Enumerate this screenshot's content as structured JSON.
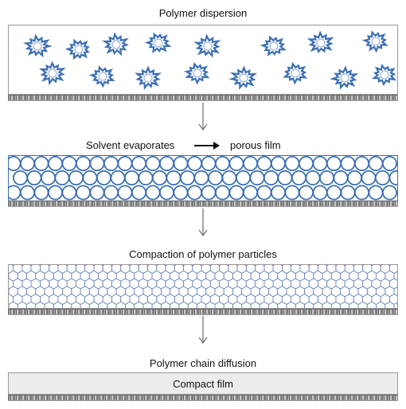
{
  "stage1": {
    "title": "Polymer dispersion"
  },
  "stage2": {
    "title_left": "Solvent evaporates",
    "title_right": "porous film"
  },
  "stage3": {
    "title": "Compaction of polymer particles"
  },
  "stage4": {
    "title": "Polymer chain diffusion",
    "film_label": "Compact film"
  },
  "colors": {
    "particle": "#3b6fb6",
    "hex_line": "#6d84b8",
    "substrate": "#8a8a8a",
    "arrow": "#777777"
  }
}
